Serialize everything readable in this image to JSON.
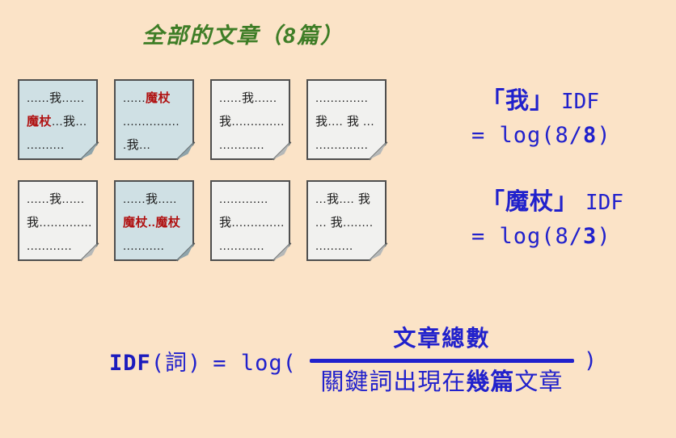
{
  "title": "全部的文章（8篇）",
  "documents": [
    {
      "variant": "blue",
      "lines": [
        [
          {
            "text": "......我......",
            "color": "black"
          }
        ],
        [
          {
            "text": "魔杖",
            "color": "red"
          },
          {
            "text": "...我...",
            "color": "black"
          }
        ],
        [
          {
            "text": "..........",
            "color": "black"
          }
        ]
      ]
    },
    {
      "variant": "blue",
      "lines": [
        [
          {
            "text": "......",
            "color": "black"
          },
          {
            "text": "魔杖",
            "color": "red"
          }
        ],
        [
          {
            "text": "...............",
            "color": "black"
          }
        ],
        [
          {
            "text": ".我...",
            "color": "black"
          }
        ]
      ]
    },
    {
      "variant": "gray",
      "lines": [
        [
          {
            "text": "......我......",
            "color": "black"
          }
        ],
        [
          {
            "text": "我..............",
            "color": "black"
          }
        ],
        [
          {
            "text": "............",
            "color": "black"
          }
        ]
      ]
    },
    {
      "variant": "gray",
      "lines": [
        [
          {
            "text": "..............",
            "color": "black"
          }
        ],
        [
          {
            "text": "我.... 我 ...",
            "color": "black"
          }
        ],
        [
          {
            "text": "..............",
            "color": "black"
          }
        ]
      ]
    },
    {
      "variant": "gray",
      "lines": [
        [
          {
            "text": "......我......",
            "color": "black"
          }
        ],
        [
          {
            "text": "我..............",
            "color": "black"
          }
        ],
        [
          {
            "text": "............",
            "color": "black"
          }
        ]
      ]
    },
    {
      "variant": "blue",
      "lines": [
        [
          {
            "text": "......我.....",
            "color": "black"
          }
        ],
        [
          {
            "text": "魔杖..魔杖",
            "color": "red"
          }
        ],
        [
          {
            "text": "...........",
            "color": "black"
          }
        ]
      ]
    },
    {
      "variant": "gray",
      "lines": [
        [
          {
            "text": ".............",
            "color": "black"
          }
        ],
        [
          {
            "text": "我..............",
            "color": "black"
          }
        ],
        [
          {
            "text": "............",
            "color": "black"
          }
        ]
      ]
    },
    {
      "variant": "gray",
      "lines": [
        [
          {
            "text": "...我.... 我",
            "color": "black"
          }
        ],
        [
          {
            "text": "... 我........",
            "color": "black"
          }
        ],
        [
          {
            "text": "..........",
            "color": "black"
          }
        ]
      ]
    }
  ],
  "idf_examples": [
    {
      "term": "「我」",
      "label": "IDF",
      "eq_prefix": "= log(8/",
      "eq_bold": "8",
      "eq_suffix": ")"
    },
    {
      "term": "「魔杖」",
      "label": "IDF",
      "eq_prefix": "= log(8/",
      "eq_bold": "3",
      "eq_suffix": ")"
    }
  ],
  "formula": {
    "lhs_bold": "IDF",
    "lhs_term": "(詞)",
    "op": "= log(",
    "numerator": "文章總數",
    "den_prefix": "關鍵詞出現在",
    "den_bold": "幾篇",
    "den_suffix": "文章",
    "close_paren": ")"
  },
  "colors": {
    "page_bg": "#fbe3c7",
    "title_green": "#3e7d26",
    "formula_blue": "#2121cc",
    "highlight_red": "#b01111",
    "note_blue_bg": "#cfe0e4",
    "note_gray_bg": "#f1f1ef"
  }
}
